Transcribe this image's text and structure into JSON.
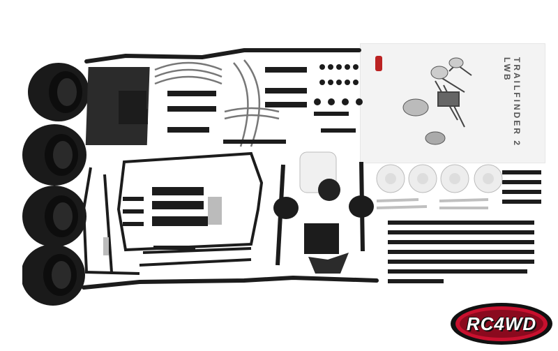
{
  "product": {
    "manual_title": "TRAILFINDER 2 LWB",
    "brand_logo_text": "RC4WD"
  },
  "colors": {
    "background": "#ffffff",
    "parts": "#1c1c1c",
    "tire": "#1a1a1a",
    "silver": "#bfbfbf",
    "logo_red": "#c8102e",
    "logo_black": "#111111"
  },
  "icons": {
    "tires": "tire-icon",
    "frame_rails": "frame-rail-icon",
    "axles": "axle-icon",
    "wheels": "wheel-icon",
    "logo": "rc4wd-logo"
  }
}
